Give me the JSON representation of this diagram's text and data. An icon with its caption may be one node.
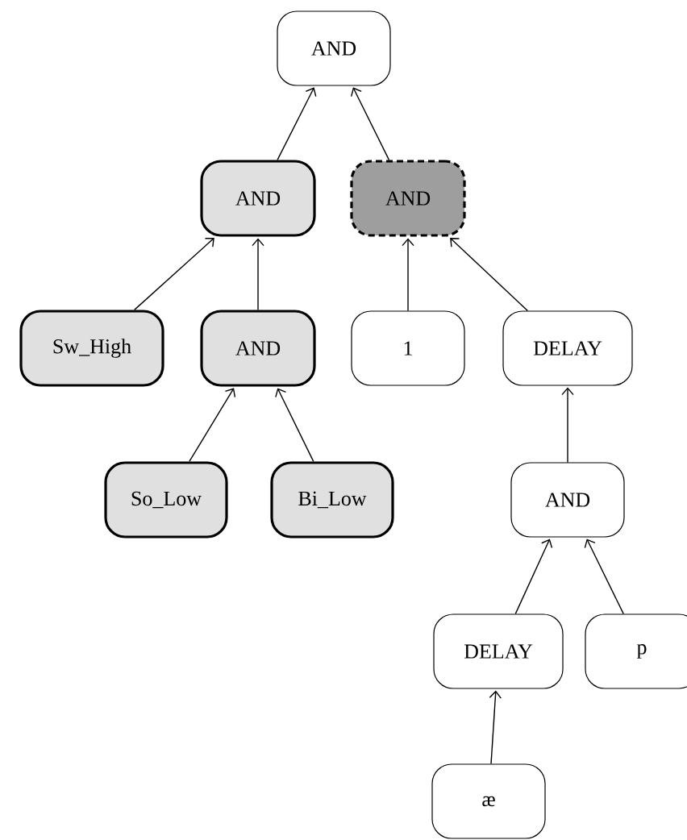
{
  "diagram": {
    "nodes": [
      {
        "text": [
          "AND"
        ]
      },
      {
        "text": [
          "AND"
        ]
      },
      {
        "text": [
          "AND"
        ]
      },
      {
        "text": [
          "Sw_High"
        ]
      },
      {
        "text": [
          "AND"
        ]
      },
      {
        "text": [
          "1"
        ]
      },
      {
        "text": [
          "DELAY"
        ]
      },
      {
        "text": [
          "So_Low"
        ]
      },
      {
        "text": [
          "Bi_Low"
        ]
      },
      {
        "text": [
          "AND"
        ]
      },
      {
        "text": [
          "DELAY"
        ]
      },
      {
        "text": [
          "p"
        ]
      },
      {
        "text": [
          "æ"
        ]
      }
    ],
    "edges": [
      {
        "from": 1,
        "to": 0,
        "arrow": "to"
      },
      {
        "from": 2,
        "to": 0,
        "arrow": "to"
      },
      {
        "from": 3,
        "to": 1,
        "arrow": "to"
      },
      {
        "from": 4,
        "to": 1,
        "arrow": "to"
      },
      {
        "from": 5,
        "to": 2,
        "arrow": "to"
      },
      {
        "from": 6,
        "to": 2,
        "arrow": "to"
      },
      {
        "from": 7,
        "to": 4,
        "arrow": "to"
      },
      {
        "from": 8,
        "to": 4,
        "arrow": "to"
      },
      {
        "from": 9,
        "to": 6,
        "arrow": "to"
      },
      {
        "from": 10,
        "to": 9,
        "arrow": "to"
      },
      {
        "from": 11,
        "to": 9,
        "arrow": "to"
      },
      {
        "from": 12,
        "to": 10,
        "arrow": "to"
      }
    ]
  }
}
